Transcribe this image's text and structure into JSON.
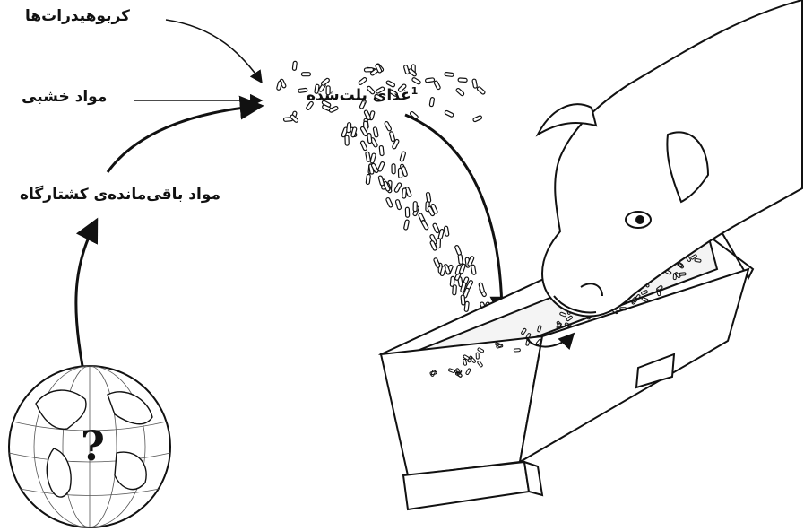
{
  "labels": {
    "carbohydrates": "کربوهیدرات‌ها",
    "wood_material": "مواد خشبی",
    "slaughterhouse_waste": "مواد باقی‌مانده‌ی کشتارگاه",
    "pelleted_feed": "غذای پلت‌شده",
    "footnote_mark": "1",
    "globe_question": "?"
  },
  "colors": {
    "ink": "#111111",
    "paper": "#ffffff"
  },
  "icons": {
    "globe": "globe-icon",
    "cow": "cow-head-illustration",
    "trough": "feed-trough-illustration"
  }
}
